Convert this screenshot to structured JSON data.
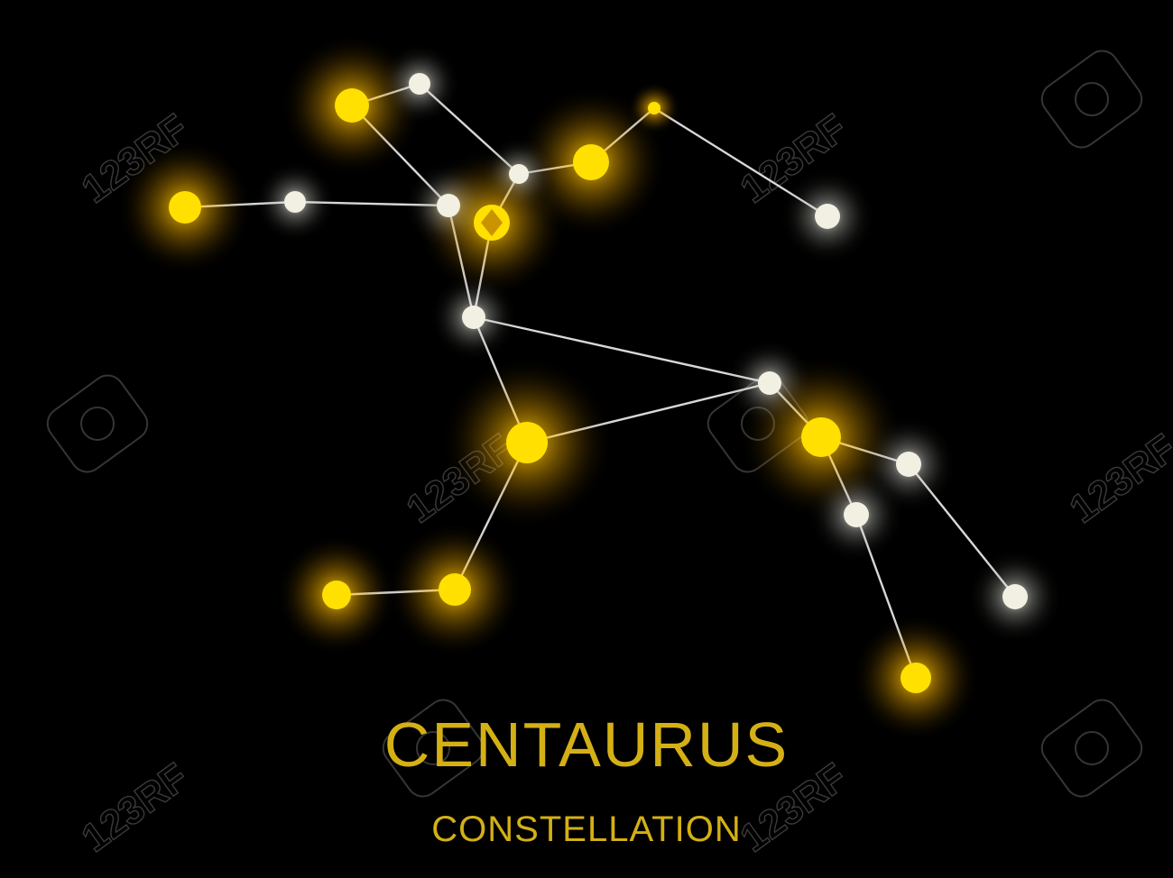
{
  "title": "CENTAURUS",
  "subtitle": "CONSTELLATION",
  "watermark_text": "123RF",
  "colors": {
    "background": "#000000",
    "title": "#d4b015",
    "line": "#d8d8d8",
    "star_yellow": "#ffe000",
    "star_white": "#f2f0e2"
  },
  "watermark_icon": "camera-icon"
}
